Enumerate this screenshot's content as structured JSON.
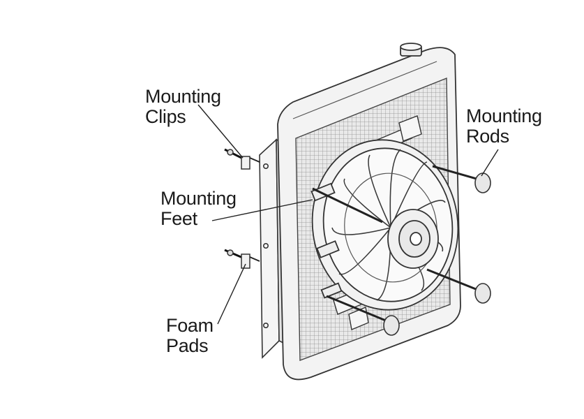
{
  "labels": {
    "mounting_clips": "Mounting\nClips",
    "mounting_feet": "Mounting\nFeet",
    "foam_pads": "Foam\nPads",
    "mounting_rods": "Mounting\nRods"
  },
  "colors": {
    "outline": "#333333",
    "panel_fill": "#f4f4f4",
    "core_fill": "#e6e6e6",
    "fan_fill": "#f7f7f7",
    "text": "#1a1a1a"
  }
}
